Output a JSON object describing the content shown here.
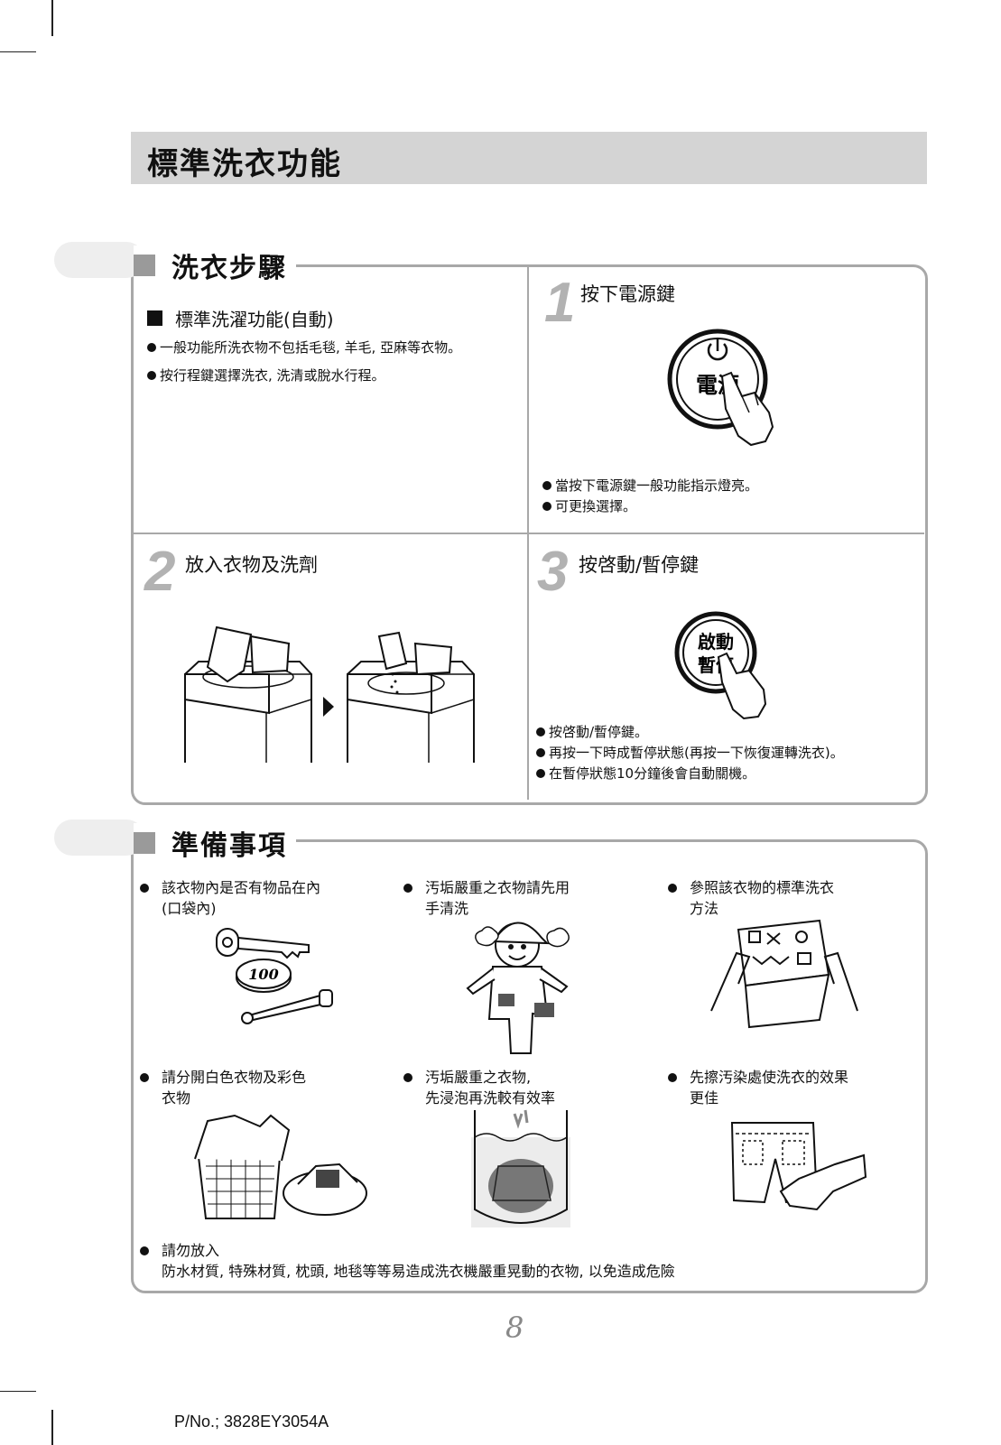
{
  "title": "標準洗衣功能",
  "steps_section": {
    "heading": "洗衣步驟",
    "sub_heading": "標準洗濯功能(自動)",
    "bullets": [
      "一般功能所洗衣物不包括毛毯, 羊毛, 亞麻等衣物。",
      "按行程鍵選擇洗衣, 洗清或脫水行程。"
    ],
    "step1": {
      "number": "1",
      "title": "按下電源鍵",
      "button_label": "電源",
      "bullets": [
        "當按下電源鍵一般功能指示燈亮。",
        "可更換選擇。"
      ]
    },
    "step2": {
      "number": "2",
      "title": "放入衣物及洗劑"
    },
    "step3": {
      "number": "3",
      "title": "按啓動/暫停鍵",
      "button_line1": "啟動",
      "button_line2": "暫停",
      "bullets": [
        "按啓動/暫停鍵。",
        "再按一下時成暫停狀態(再按一下恢復運轉洗衣)。",
        "在暫停狀態10分鐘後會自動關機。"
      ]
    }
  },
  "prep_section": {
    "heading": "準備事項",
    "items": [
      {
        "line1": "該衣物內是否有物品在內",
        "line2": "(口袋內)"
      },
      {
        "line1": "汚垢嚴重之衣物請先用",
        "line2": "手清洗"
      },
      {
        "line1": "參照該衣物的標準洗衣",
        "line2": "方法"
      },
      {
        "line1": "請分開白色衣物及彩色",
        "line2": "衣物"
      },
      {
        "line1": "汚垢嚴重之衣物,",
        "line2": "先浸泡再洗較有效率"
      },
      {
        "line1": "先擦汚染處使洗衣的效果",
        "line2": "更佳"
      }
    ],
    "coin_label": "100",
    "warning_line1": "請勿放入",
    "warning_line2": "防水材質, 特殊材質, 枕頭, 地毯等等易造成洗衣機嚴重晃動的衣物, 以免造成危險"
  },
  "page_number": "8",
  "part_no": "P/No.; 3828EY3054A"
}
